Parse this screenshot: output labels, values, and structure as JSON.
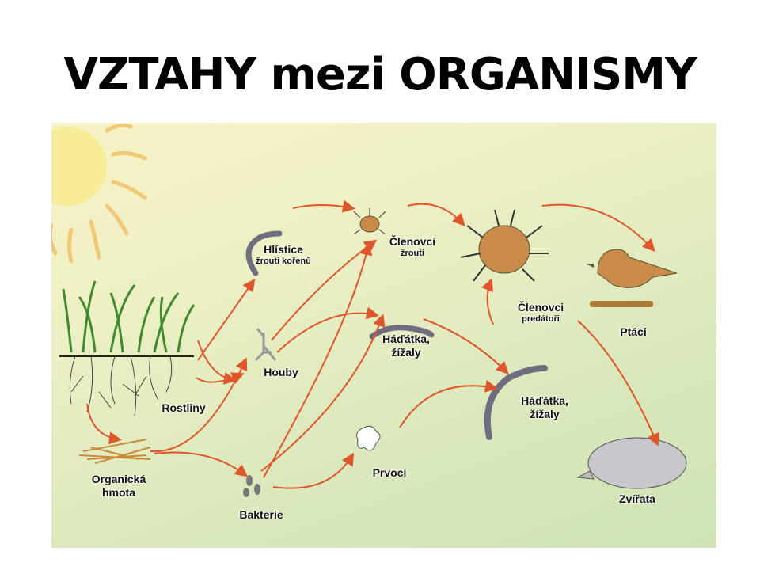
{
  "title": "VZTAHY mezi ORGANISMY",
  "nodes": {
    "hlistice": {
      "name": "Hlístice",
      "sub": "žrouti kořenů"
    },
    "clenovci_zrouti": {
      "name": "Členovci",
      "sub": "žrouti"
    },
    "clenovci_predatori": {
      "name": "Členovci",
      "sub": "predátoři"
    },
    "ptaci": {
      "name": "Ptáci"
    },
    "houby": {
      "name": "Houby"
    },
    "hadatka1": {
      "name": "Háďátka,",
      "sub": "žížaly"
    },
    "hadatka2": {
      "name": "Háďátka,",
      "sub": "žížaly"
    },
    "rostliny": {
      "name": "Rostliny"
    },
    "organicka": {
      "name": "Organická",
      "sub": "hmota"
    },
    "prvoci": {
      "name": "Prvoci"
    },
    "bakterie": {
      "name": "Bakterie"
    },
    "zvirata": {
      "name": "Zvířata"
    }
  },
  "colors": {
    "arrow": "#e0552a",
    "sun": "#f8e98a",
    "worm": "#6f6d80"
  }
}
